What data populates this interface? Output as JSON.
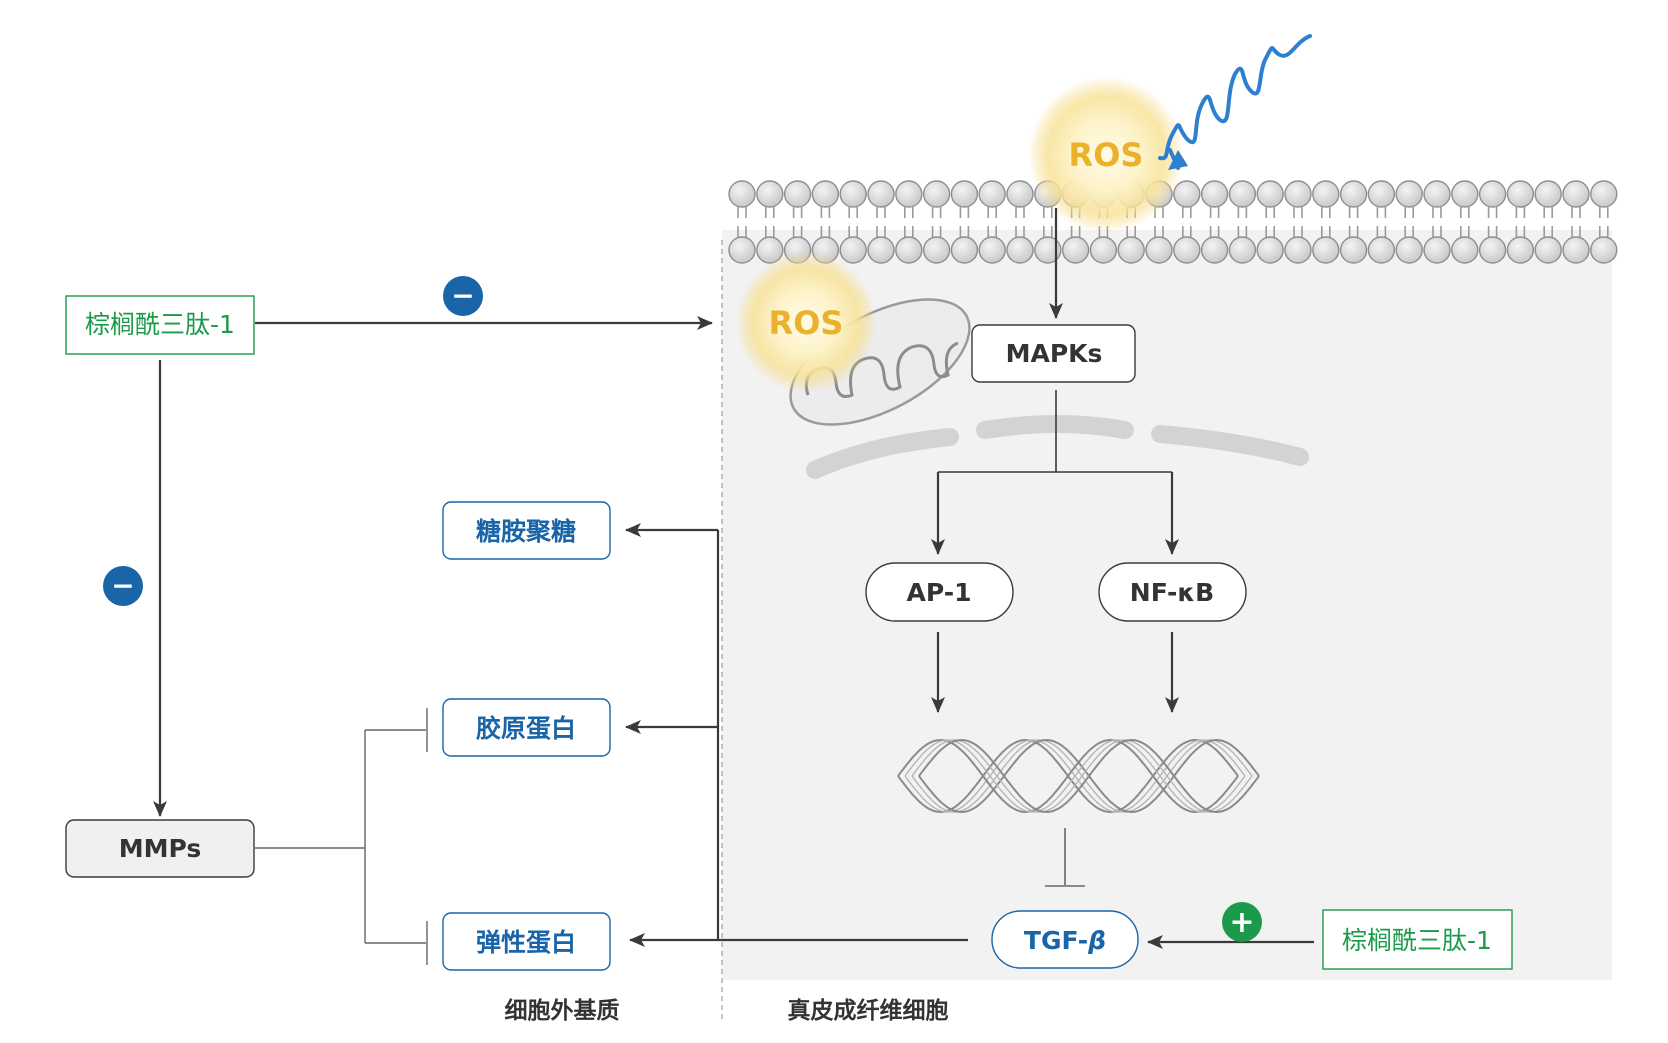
{
  "colors": {
    "green": "#1a9a4a",
    "blue": "#1a64a8",
    "ros": "#eab12a",
    "line": "#3a3a3a",
    "cell_bg": "#f2f2f2"
  },
  "palmitoyl_left": "棕榈酰三肽-1",
  "palmitoyl_right": "棕榈酰三肽-1",
  "mmps": "MMPs",
  "ecm_items": {
    "gag": "糖胺聚糖",
    "collagen": "胶原蛋白",
    "elastin": "弹性蛋白"
  },
  "ros_top": "ROS",
  "ros_mito": "ROS",
  "mapks": "MAPKs",
  "ap1": "AP-1",
  "nfkb": "NF-κB",
  "tgf_prefix": "TGF-",
  "tgf_beta": "β",
  "signs": {
    "minus_top": "−",
    "minus_left": "−",
    "plus": "+"
  },
  "region_labels": {
    "ecm": "细胞外基质",
    "fibroblast": "真皮成纤维细胞"
  },
  "icons": [
    "minus-icon",
    "plus-icon",
    "uv-wave-icon",
    "mitochondrion-icon",
    "dna-helix-icon",
    "membrane-icon"
  ]
}
